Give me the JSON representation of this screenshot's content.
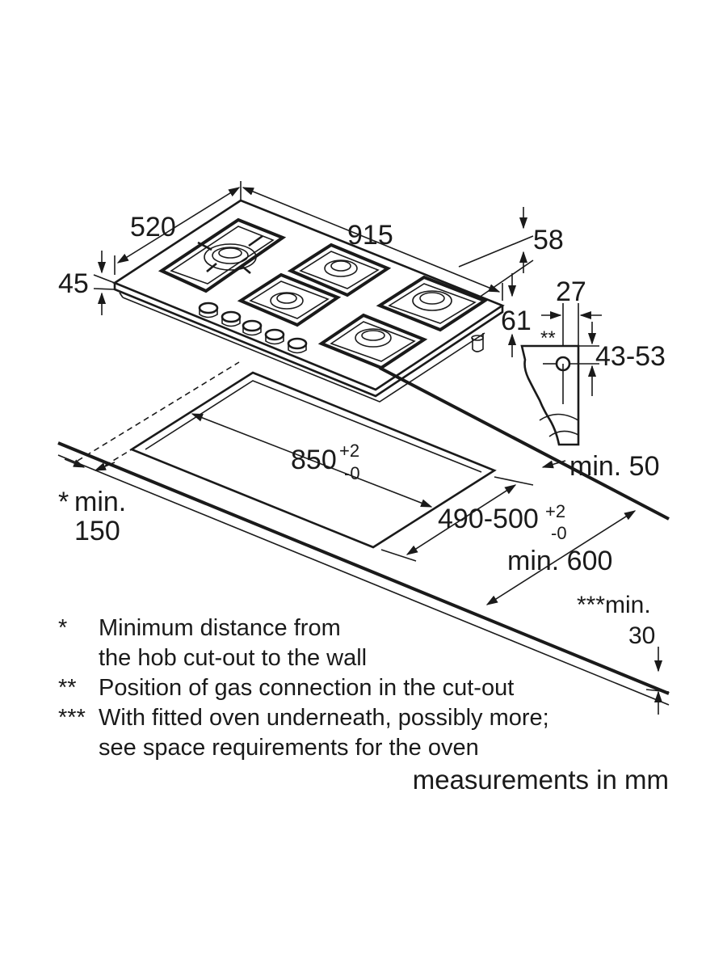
{
  "dimensions": {
    "hob_depth": "520",
    "hob_width": "915",
    "hob_height_total": "58",
    "hob_glass_thickness": "45",
    "under_hob_depth": "61",
    "gas_offset": "27",
    "gas_marker": "**",
    "gas_height": "43-53",
    "cutout_width": "850",
    "cutout_width_tol_plus": "+2",
    "cutout_width_tol_minus": "-0",
    "cutout_depth": "490-500",
    "cutout_depth_tol_plus": "+2",
    "cutout_depth_tol_minus": "-0",
    "min_front": "min. 50",
    "worktop_depth": "min. 600",
    "wall_distance_marker": "*",
    "wall_distance_label": "min.",
    "wall_distance_value": "150",
    "oven_gap_label": "***min.",
    "oven_gap_value": "30"
  },
  "notes": [
    {
      "marker": "*",
      "lines": [
        "Minimum distance from",
        "the hob cut-out to the wall"
      ]
    },
    {
      "marker": "**",
      "lines": [
        "Position of gas connection in the cut-out"
      ]
    },
    {
      "marker": "***",
      "lines": [
        "With fitted oven underneath, possibly more;",
        "see space requirements for the oven"
      ]
    }
  ],
  "units_note": "measurements in mm"
}
